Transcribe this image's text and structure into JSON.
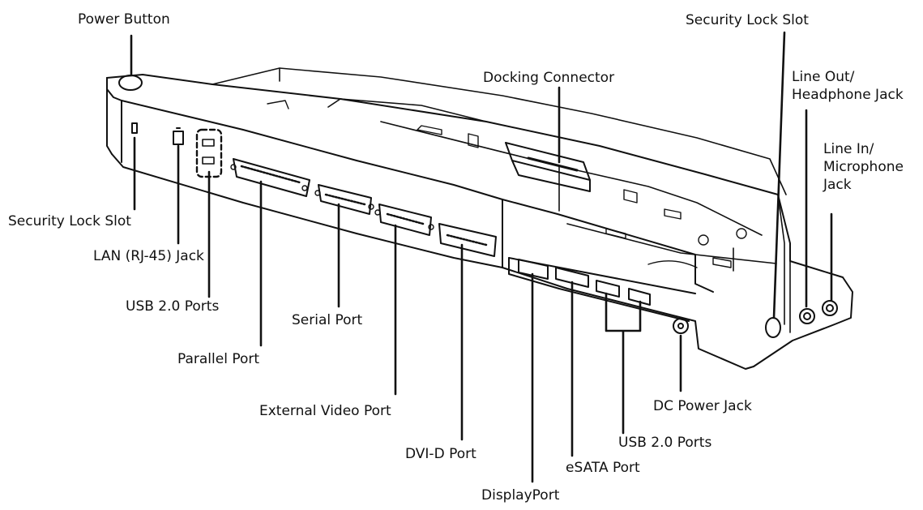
{
  "colors": {
    "ink": "#111111",
    "background": "#ffffff"
  },
  "labels": {
    "power_button": "Power Button",
    "docking_connector": "Docking Connector",
    "security_lock_slot_right": "Security Lock Slot",
    "line_out": [
      "Line Out/",
      "Headphone Jack"
    ],
    "line_in": [
      "Line In/",
      "Microphone",
      "Jack"
    ],
    "security_lock_slot_left": "Security Lock Slot",
    "lan_jack": "LAN (RJ-45) Jack",
    "usb_ports_left": "USB 2.0 Ports",
    "serial_port": "Serial Port",
    "parallel_port": "Parallel Port",
    "external_video_port": "External Video Port",
    "dvi_d_port": "DVI-D Port",
    "displayport": "DisplayPort",
    "esata_port": "eSATA Port",
    "usb_ports_right": "USB 2.0 Ports",
    "dc_power_jack": "DC Power Jack"
  }
}
